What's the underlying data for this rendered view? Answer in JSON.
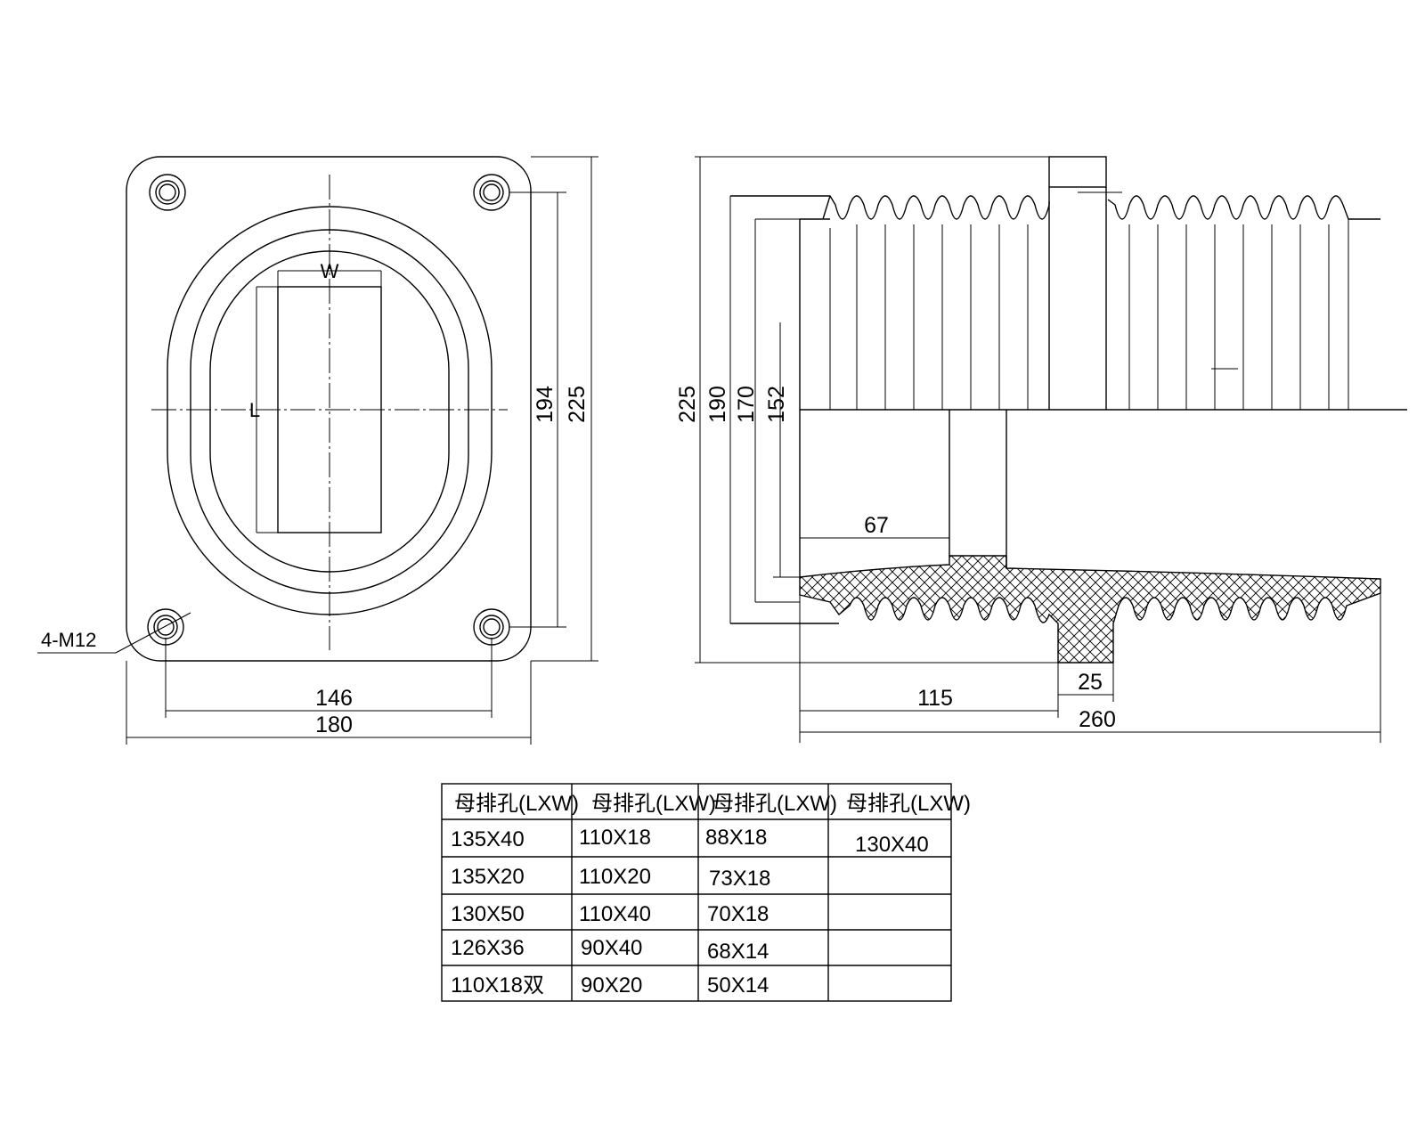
{
  "front_view": {
    "w_label": "W",
    "l_label": "L",
    "bolt_label": "4-M12",
    "dim_bolt_spacing": "146",
    "dim_width": "180",
    "dim_inner_height": "194",
    "dim_height": "225"
  },
  "side_view": {
    "dim_225": "225",
    "dim_190": "190",
    "dim_170": "170",
    "dim_152": "152",
    "dim_67": "67",
    "dim_115": "115",
    "dim_25": "25",
    "dim_260": "260"
  },
  "table": {
    "headers": [
      "母排孔(LXW)",
      "母排孔(LXW)",
      "母排孔(LXW)",
      "母排孔(LXW)"
    ],
    "rows": [
      [
        "135X40",
        "110X18",
        "88X18",
        "130X40"
      ],
      [
        "135X20",
        "110X20",
        "73X18",
        ""
      ],
      [
        "130X50",
        "110X40",
        "70X18",
        ""
      ],
      [
        "126X36",
        "90X40",
        "68X14",
        ""
      ],
      [
        "110X18双",
        "90X20",
        "50X14",
        ""
      ]
    ]
  }
}
